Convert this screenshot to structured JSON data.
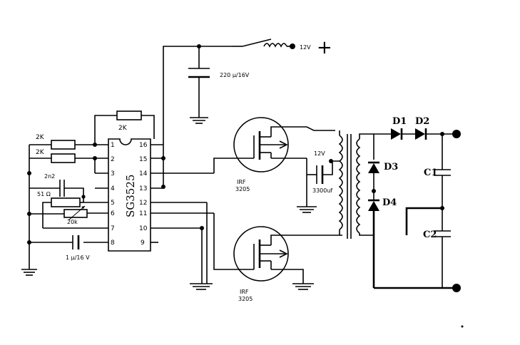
{
  "chip": {
    "name": "SG3525",
    "pins_left": [
      "1",
      "2",
      "3",
      "4",
      "5",
      "6",
      "7",
      "8"
    ],
    "pins_right": [
      "16",
      "15",
      "14",
      "13",
      "12",
      "11",
      "10",
      "9"
    ]
  },
  "labels": {
    "r_top": "2K",
    "r_left1": "2K",
    "r_left2": "2K",
    "cap_2n2": "2n2",
    "r_51": "51 Ω",
    "r_20k": "20k",
    "cap_1u": "1 μ/16 V",
    "cap_220u": "220 μ/16V",
    "supply": "12V",
    "plus": "+",
    "mos1_label": "IRF",
    "mos1_part": "3205",
    "mos2_label": "IRF",
    "mos2_part": "3205",
    "ct_12v": "12V",
    "cap_3300": "3300uf",
    "d1": "D1",
    "d2": "D2",
    "d3": "D3",
    "d4": "D4",
    "c1": "C1",
    "c2": "C2"
  }
}
